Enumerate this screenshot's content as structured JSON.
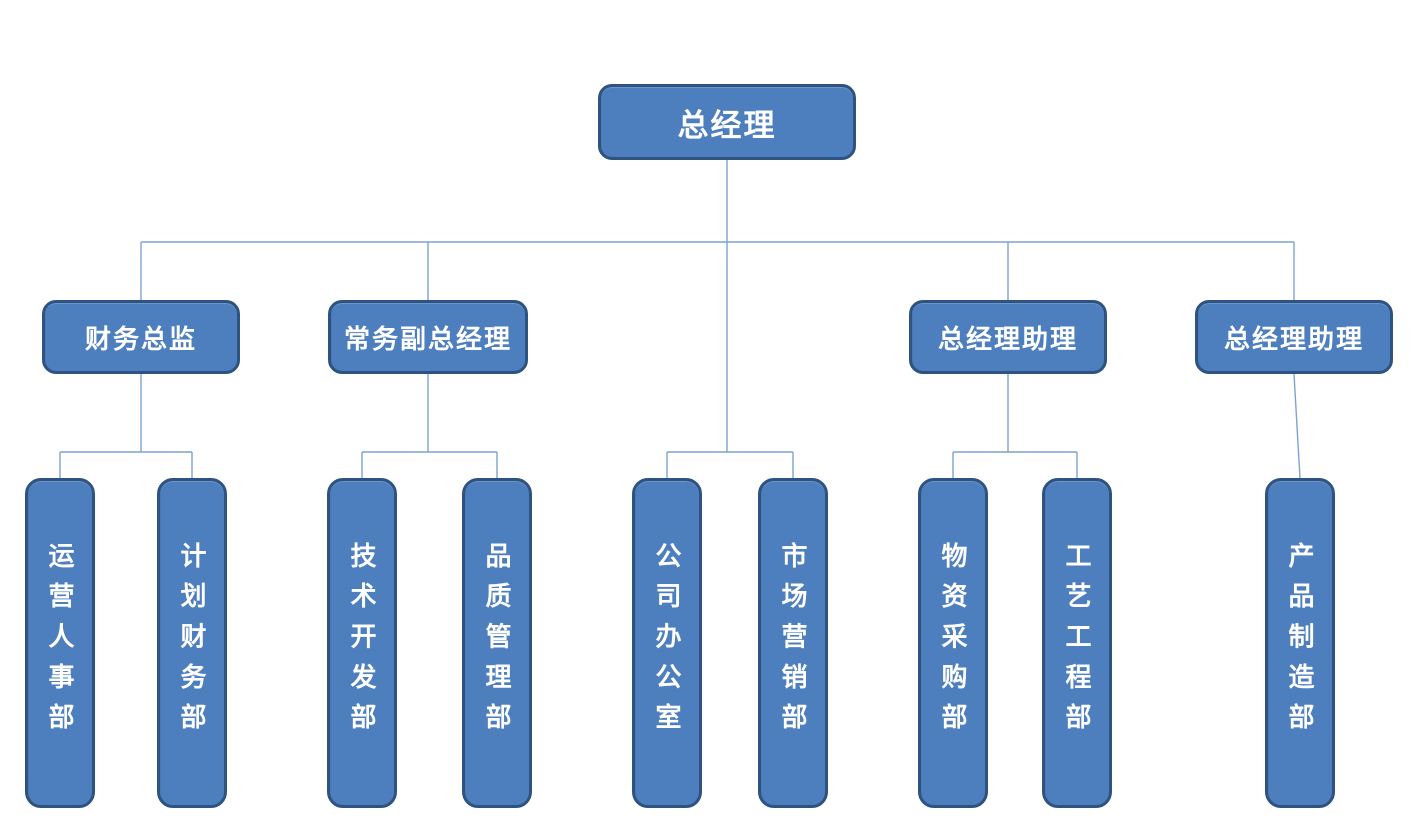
{
  "colors": {
    "box_fill": "#4d7ebd",
    "box_border": "#2f5380",
    "box_text": "#ffffff",
    "connector": "#7da4cf",
    "page_bg": "#ffffff"
  },
  "org": {
    "root": {
      "title": "总经理"
    },
    "managers": [
      {
        "title": "财务总监"
      },
      {
        "title": "常务副总经理"
      },
      {
        "title": "总经理助理"
      },
      {
        "title": "总经理助理"
      }
    ],
    "departments": [
      {
        "title": "运营人事部"
      },
      {
        "title": "计划财务部"
      },
      {
        "title": "技术开发部"
      },
      {
        "title": "品质管理部"
      },
      {
        "title": "公司办公室"
      },
      {
        "title": "市场营销部"
      },
      {
        "title": "物资采购部"
      },
      {
        "title": "工艺工程部"
      },
      {
        "title": "产品制造部"
      }
    ]
  }
}
